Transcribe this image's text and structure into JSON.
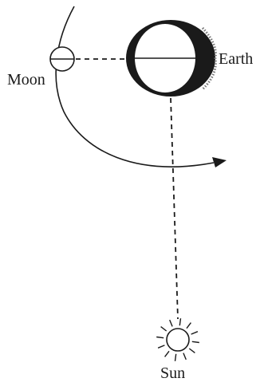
{
  "labels": {
    "moon": "Moon",
    "earth": "Earth",
    "sun": "Sun"
  },
  "colors": {
    "ink": "#1a1a1a",
    "background": "#ffffff"
  },
  "icons": {
    "orbit_direction": "arrow-right-icon",
    "sun": "sun-icon"
  }
}
